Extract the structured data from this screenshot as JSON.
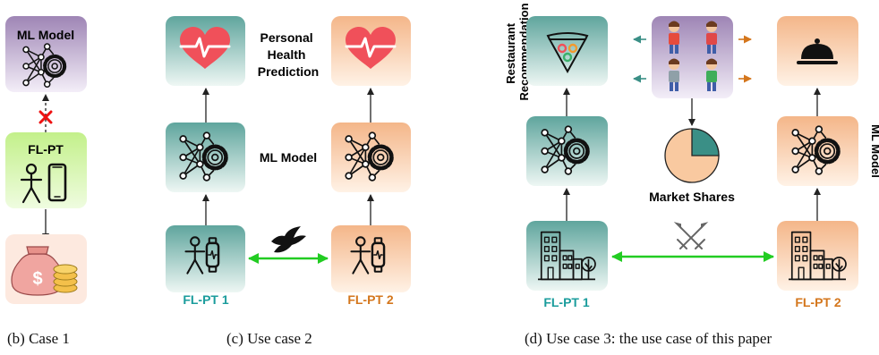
{
  "case1": {
    "ml_model_label": "ML Model",
    "fl_pt_label": "FL-PT",
    "caption": "(b)  Case 1"
  },
  "case2": {
    "prediction_label_lines": [
      "Personal",
      "Health",
      "Prediction"
    ],
    "ml_model_label": "ML Model",
    "fl_pt_1_label": "FL-PT 1",
    "fl_pt_2_label": "FL-PT 2",
    "caption": "(c)  Use case 2"
  },
  "case3": {
    "recommendation_label_lines": [
      "Restaurant",
      "Recommendation"
    ],
    "ml_model_label": "ML Model",
    "market_shares_label": "Market Shares",
    "market_share_fraction": 0.25,
    "fl_pt_1_label": "FL-PT 1",
    "fl_pt_2_label": "FL-PT 2",
    "caption": "(d)  Use case 3: the use case of this paper"
  },
  "colors": {
    "teal": "#3a8f86",
    "teal_light": "#e3f1ee",
    "orange": "#e0802a",
    "orange_light": "#fde8d6",
    "purple": "#9c7db3",
    "purple_light": "#ece6f3",
    "green_light": "#dff7b8",
    "green_arrow": "#22cc22",
    "heart": "#f0505a",
    "fl_pt_1_text": "#1a9c9c",
    "fl_pt_2_text": "#d4761c",
    "cross": "#ee1111"
  },
  "icons": {
    "heart": "heart-pulse-icon",
    "neural_gear": "neural-network-gear-icon",
    "person_watch": "person-smartwatch-icon",
    "person_phone": "person-phone-icon",
    "money": "money-bag-coins-icon",
    "dove": "dove-icon",
    "swords": "crossed-swords-icon",
    "buildings": "buildings-icon",
    "pizza": "pizza-icon",
    "cloche": "food-cloche-icon",
    "customers": "customers-icon"
  }
}
